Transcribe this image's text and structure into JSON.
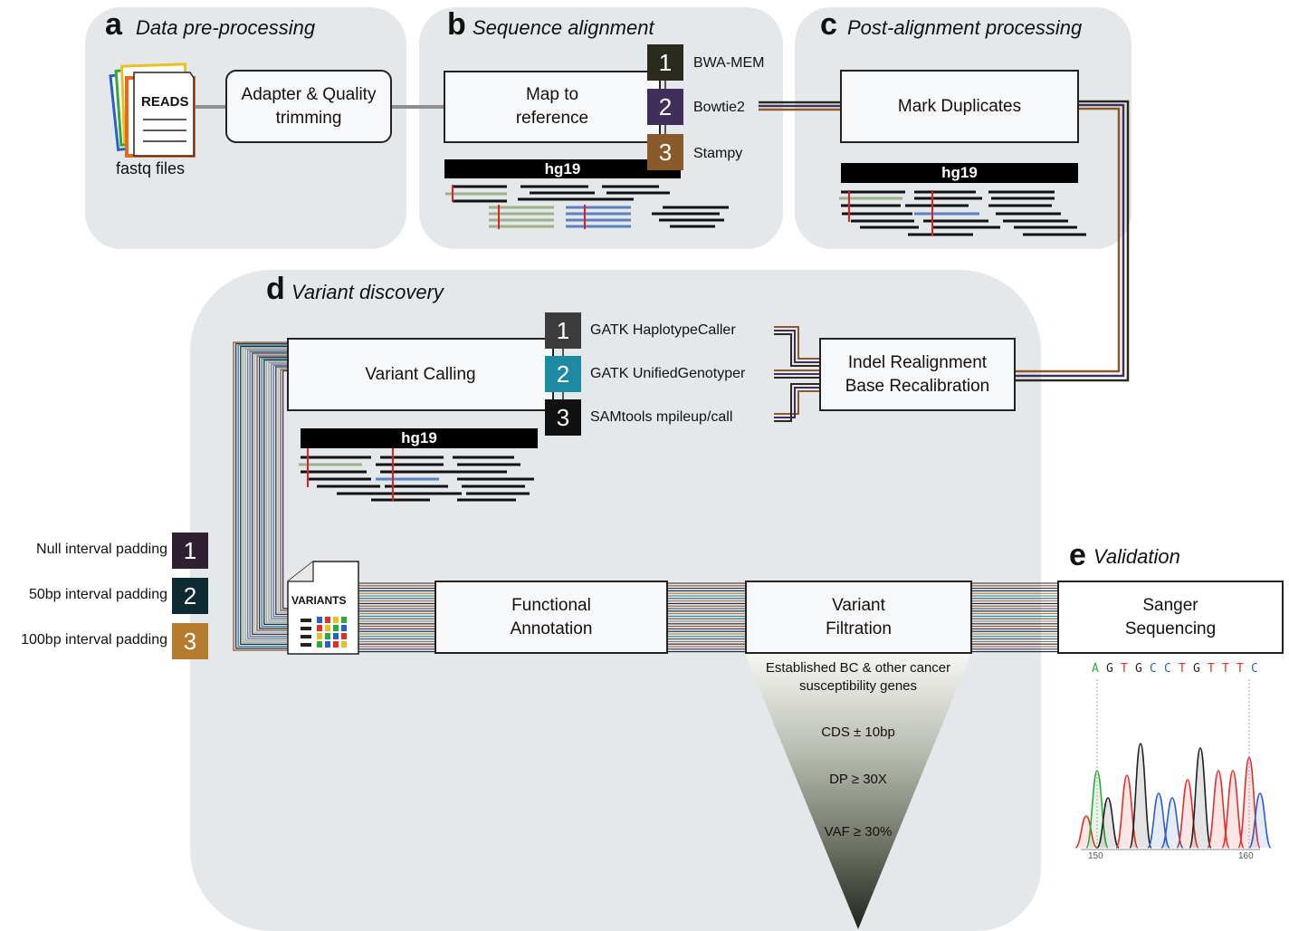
{
  "panels": {
    "a": {
      "letter": "a",
      "title": "Data pre-processing"
    },
    "b": {
      "letter": "b",
      "title": "Sequence alignment"
    },
    "c": {
      "letter": "c",
      "title": "Post-alignment processing"
    },
    "d": {
      "letter": "d",
      "title": "Variant discovery"
    },
    "e": {
      "letter": "e",
      "title": "Validation"
    }
  },
  "boxes": {
    "trimming": "Adapter & Quality\ntrimming",
    "map": "Map to\nreference",
    "mark_dup": "Mark Duplicates",
    "realign": "Indel Realignment\nBase Recalibration",
    "calling": "Variant Calling",
    "annotation": "Functional\nAnnotation",
    "filtration": "Variant\nFiltration",
    "sanger": "Sanger\nSequencing"
  },
  "files": {
    "reads": "READS",
    "fastq_caption": "fastq files",
    "variants": "VARIANTS"
  },
  "reference": {
    "label": "hg19"
  },
  "aligners": [
    {
      "num": "1",
      "name": "BWA-MEM",
      "color": "#2a2a1e"
    },
    {
      "num": "2",
      "name": "Bowtie2",
      "color": "#3f2f5a"
    },
    {
      "num": "3",
      "name": "Stampy",
      "color": "#8a5a2b"
    }
  ],
  "callers": [
    {
      "num": "1",
      "name": "GATK HaplotypeCaller",
      "color": "#3c3c3c"
    },
    {
      "num": "2",
      "name": "GATK UnifiedGenotyper",
      "color": "#1c8aa0"
    },
    {
      "num": "3",
      "name": "SAMtools mpileup/call",
      "color": "#111111"
    }
  ],
  "paddings": [
    {
      "num": "1",
      "label": "Null interval padding",
      "color": "#2e2030"
    },
    {
      "num": "2",
      "label": "50bp interval padding",
      "color": "#0e2a33"
    },
    {
      "num": "3",
      "label": "100bp interval padding",
      "color": "#b47a2e"
    }
  ],
  "filters": {
    "genes": "Established BC & other cancer\nsusceptibility genes",
    "cds": "CDS ± 10bp",
    "dp": "DP ≥ 30X",
    "vaf": "VAF ≥ 30%"
  },
  "chromatogram": {
    "sequence": [
      "A",
      "G",
      "T",
      "G",
      "C",
      "C",
      "T",
      "G",
      "T",
      "T",
      "T",
      "C"
    ],
    "left_tick": "150",
    "right_tick": "160"
  },
  "colors": {
    "panel_bg": "#e5e8ea",
    "base_A": "#2eaa3a",
    "base_G": "#222222",
    "base_T": "#e0302a",
    "base_C": "#2a5fc8"
  }
}
